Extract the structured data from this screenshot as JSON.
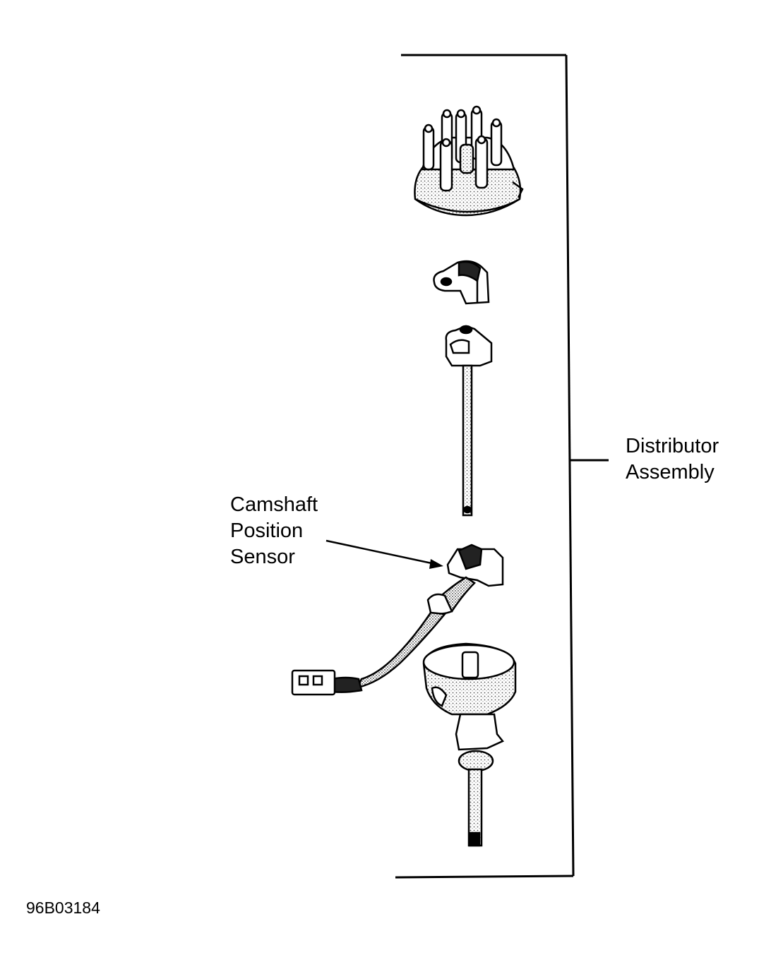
{
  "labels": {
    "camshaft_position_sensor": [
      "Camshaft",
      "Position",
      "Sensor"
    ],
    "distributor_assembly": [
      "Distributor",
      "Assembly"
    ]
  },
  "figure_id": "96B03184",
  "colors": {
    "line": "#000000",
    "background": "#ffffff",
    "shading": "#cfcfcf"
  }
}
